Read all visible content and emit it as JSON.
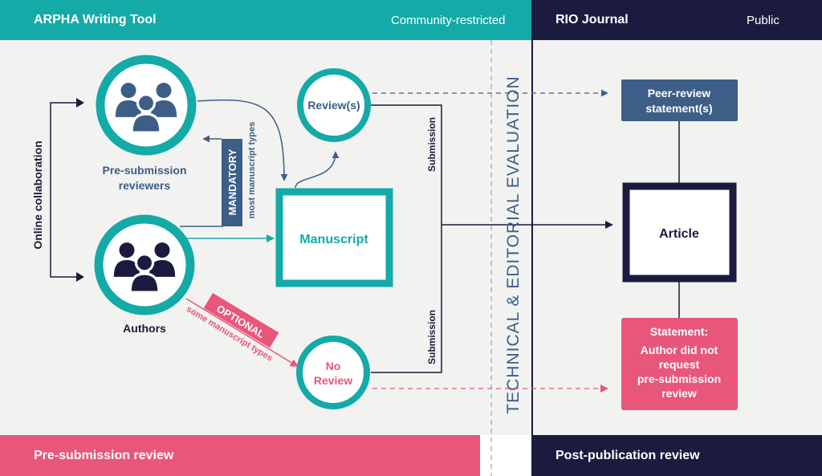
{
  "header_left": {
    "title": "ARPHA Writing Tool",
    "access": "Community-restricted"
  },
  "header_right": {
    "title": "RIO Journal",
    "access": "Public"
  },
  "footer_left": {
    "label": "Pre-submission review"
  },
  "footer_right": {
    "label": "Post-publication review"
  },
  "colors": {
    "teal": "#13aaa7",
    "navy": "#1b1b3f",
    "pink": "#e8567a",
    "steel": "#3c5e87",
    "panel": "#f2f2f0"
  },
  "nodes": {
    "reviewers": {
      "label_line1": "Pre-submission",
      "label_line2": "reviewers",
      "icon": "group-of-people-icon"
    },
    "authors": {
      "label": "Authors",
      "icon": "group-of-people-icon"
    },
    "reviews": {
      "label": "Review(s)"
    },
    "no_review": {
      "label_line1": "No",
      "label_line2": "Review"
    },
    "manuscript": {
      "label": "Manuscript"
    },
    "article": {
      "label": "Article"
    },
    "peer_statement": {
      "line1": "Peer-review",
      "line2": "statement(s)"
    },
    "author_statement": {
      "line1": "Statement:",
      "line2": "Author did not",
      "line3": "request",
      "line4": "pre-submission",
      "line5": "review"
    }
  },
  "edge_labels": {
    "online_collaboration": "Online collaboration",
    "mandatory": "MANDATORY",
    "mandatory_sub": "most manuscript types",
    "optional": "OPTIONAL",
    "optional_sub": "some manuscript types",
    "submission_top": "Submission",
    "submission_bottom": "Submission",
    "evaluation": "TECHNICAL & EDITORIAL EVALUATION"
  }
}
